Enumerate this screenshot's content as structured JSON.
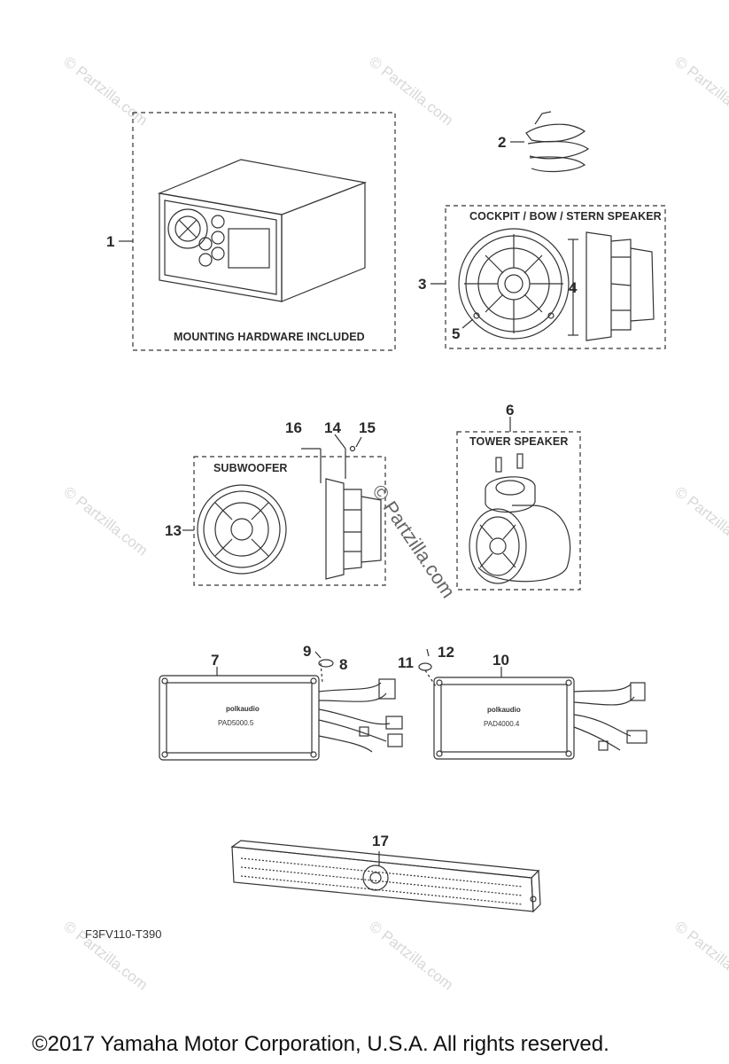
{
  "callouts": [
    "1",
    "2",
    "3",
    "4",
    "5",
    "6",
    "7",
    "8",
    "9",
    "10",
    "11",
    "12",
    "13",
    "14",
    "15",
    "16",
    "17"
  ],
  "labels": {
    "mounting": "MOUNTING HARDWARE INCLUDED",
    "cockpit": "COCKPIT / BOW / STERN SPEAKER",
    "subwoofer": "SUBWOOFER",
    "tower": "TOWER  SPEAKER"
  },
  "amp_labels": {
    "left_brand": "polkaudio",
    "left_model": "PAD5000.5",
    "right_brand": "polkaudio",
    "right_model": "PAD4000.4"
  },
  "diagram_code": "F3FV110-T390",
  "copyright": "©2017  Yamaha Motor Corporation, U.S.A. All rights reserved.",
  "watermark": "© Partzilla.com",
  "colors": {
    "line": "#333333",
    "watermark": "#d8d8d8"
  }
}
